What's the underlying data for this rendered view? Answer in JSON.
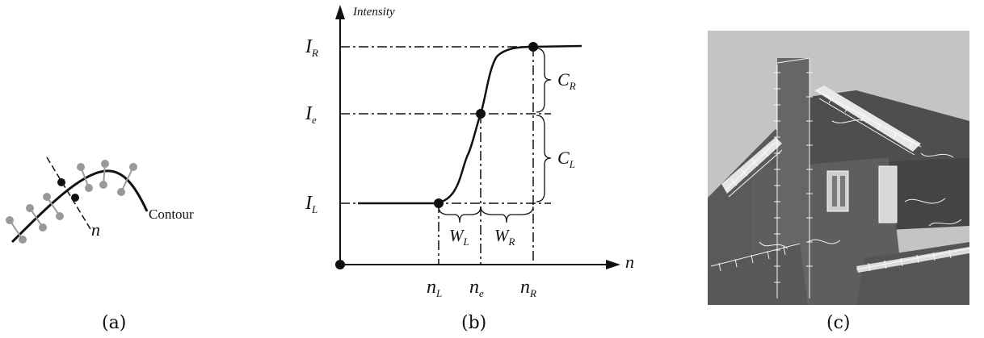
{
  "panel_a": {
    "contour_label": "Contour",
    "normal_label": "n",
    "caption": "(a)"
  },
  "panel_b": {
    "y_axis_label": "Intensity",
    "x_axis_label": "n",
    "levels": [
      {
        "main": "I",
        "sub": "R"
      },
      {
        "main": "I",
        "sub": "e"
      },
      {
        "main": "I",
        "sub": "L"
      }
    ],
    "positions": [
      {
        "main": "n",
        "sub": "L"
      },
      {
        "main": "n",
        "sub": "e"
      },
      {
        "main": "n",
        "sub": "R"
      }
    ],
    "widths": [
      {
        "main": "W",
        "sub": "L"
      },
      {
        "main": "W",
        "sub": "R"
      }
    ],
    "contrasts": [
      {
        "main": "C",
        "sub": "R"
      },
      {
        "main": "C",
        "sub": "L"
      }
    ],
    "caption": "(b)"
  },
  "panel_c": {
    "caption": "(c)",
    "colors": {
      "sky": "#c4c4c4",
      "wall": "#5e5e5e",
      "edges": "#ffffff"
    }
  }
}
